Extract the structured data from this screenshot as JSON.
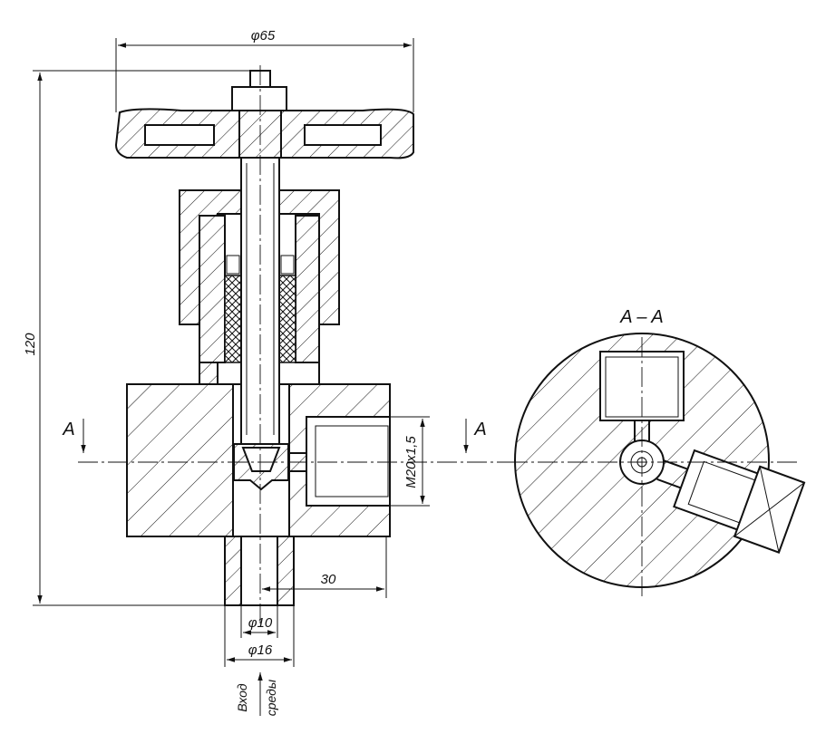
{
  "dimensions": {
    "handwheel_diameter": "φ65",
    "overall_height": "120",
    "thread": "M20x1,5",
    "offset": "30",
    "bore_diameter": "φ10",
    "spigot_diameter": "φ16"
  },
  "section": {
    "marker_left": "A",
    "marker_right": "A",
    "title": "A – A"
  },
  "inlet_label": {
    "line1": "Вход",
    "line2": "среды"
  }
}
